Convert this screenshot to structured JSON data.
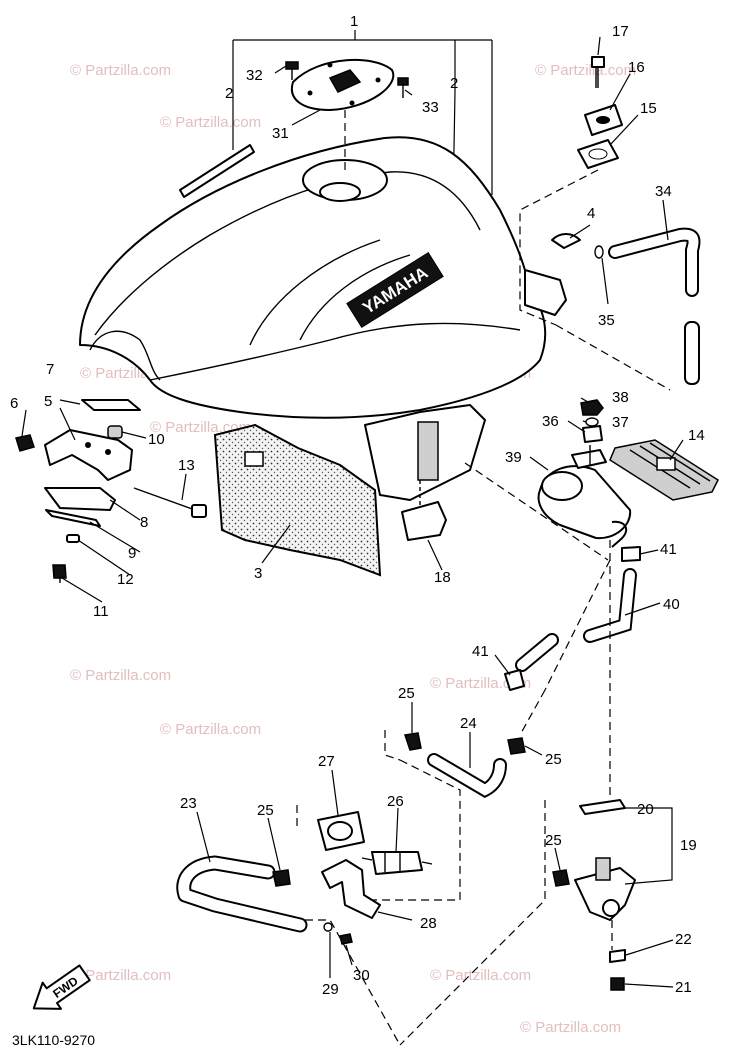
{
  "diagram_code": "3LK110-9270",
  "tank_brand": "YAMAHA",
  "fwd_badge": "FWD",
  "watermark_text": "© Partzilla.com",
  "colors": {
    "line": "#000000",
    "watermark": "#d9a9a9",
    "background": "#ffffff"
  },
  "callouts": {
    "c1": "1",
    "c2a": "2",
    "c2b": "2",
    "c3": "3",
    "c4": "4",
    "c5": "5",
    "c6": "6",
    "c7": "7",
    "c8": "8",
    "c9": "9",
    "c10": "10",
    "c11": "11",
    "c12": "12",
    "c13": "13",
    "c14": "14",
    "c15": "15",
    "c16": "16",
    "c17": "17",
    "c18": "18",
    "c19": "19",
    "c20": "20",
    "c21": "21",
    "c22": "22",
    "c23": "23",
    "c24": "24",
    "c25a": "25",
    "c25b": "25",
    "c25c": "25",
    "c25d": "25",
    "c26": "26",
    "c27": "27",
    "c28": "28",
    "c29": "29",
    "c30": "30",
    "c31": "31",
    "c32": "32",
    "c33": "33",
    "c34": "34",
    "c35": "35",
    "c36": "36",
    "c37": "37",
    "c38": "38",
    "c39": "39",
    "c40": "40",
    "c41a": "41",
    "c41b": "41"
  }
}
